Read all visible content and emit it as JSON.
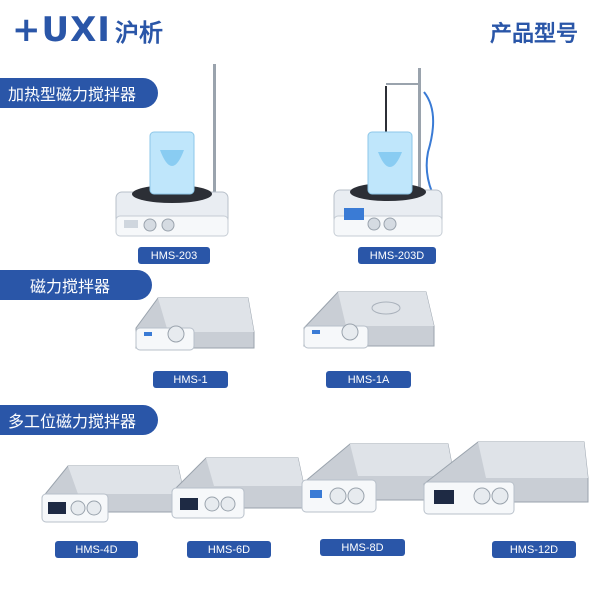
{
  "header": {
    "logo_main": "+UXI",
    "logo_cn": "沪析",
    "title": "产品型号"
  },
  "sections": [
    {
      "title": "加热型磁力搅拌器"
    },
    {
      "title": "磁力搅拌器"
    },
    {
      "title": "多工位磁力搅拌器"
    }
  ],
  "models": {
    "hms203": "HMS-203",
    "hms203d": "HMS-203D",
    "hms1": "HMS-1",
    "hms1a": "HMS-1A",
    "hms4d": "HMS-4D",
    "hms6d": "HMS-6D",
    "hms8d": "HMS-8D",
    "hms12d": "HMS-12D"
  },
  "colors": {
    "brand": "#2a56a8",
    "background": "#ffffff"
  }
}
